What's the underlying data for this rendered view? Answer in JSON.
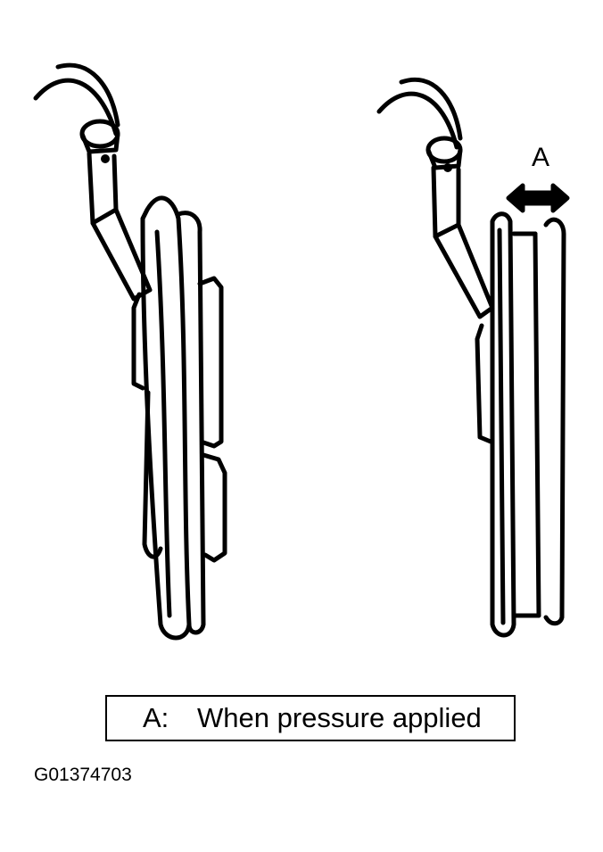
{
  "callout": {
    "label": "A"
  },
  "legend": {
    "key": "A:",
    "description": "When pressure applied"
  },
  "figure_id": "G01374703"
}
